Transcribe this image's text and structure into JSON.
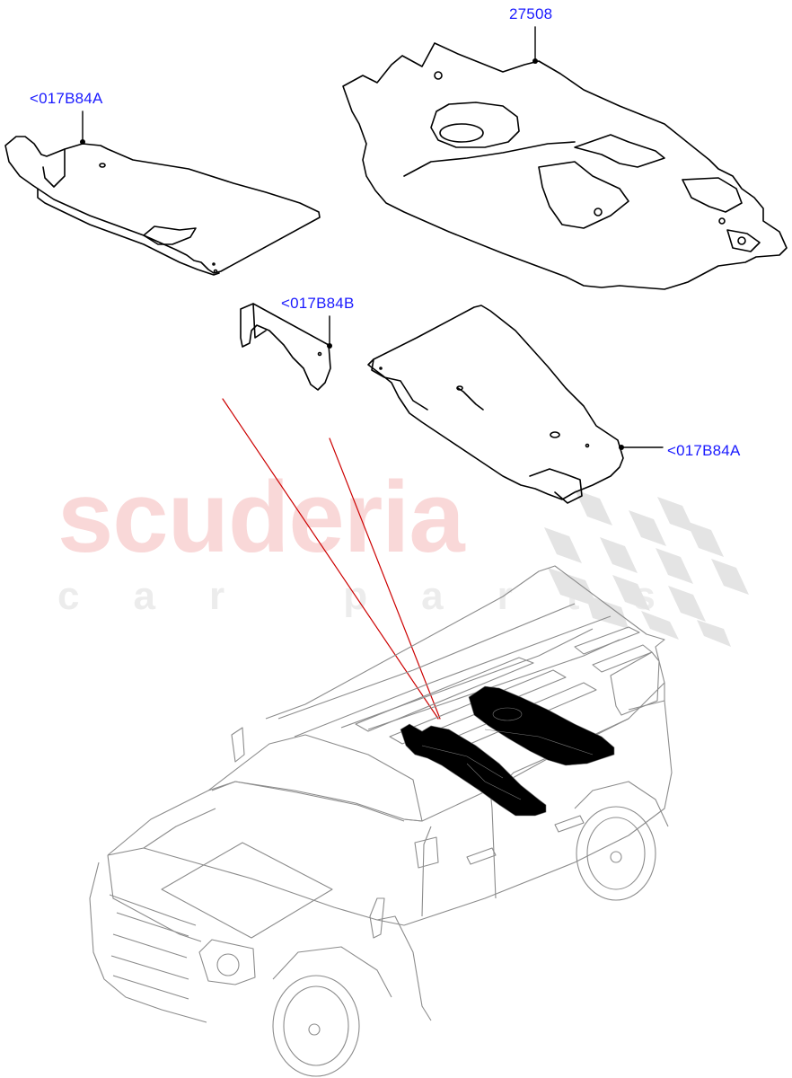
{
  "diagram": {
    "type": "exploded parts diagram",
    "subject": "floor insulation / carpet underlay panels with vehicle location view",
    "callouts": [
      {
        "id": "callout-1",
        "label": "<017B84A",
        "part": "front-left floor insulation panel"
      },
      {
        "id": "callout-2",
        "label": "27508",
        "part": "rear floor insulation panel"
      },
      {
        "id": "callout-3",
        "label": "<017B84B",
        "part": "tunnel side insulation piece"
      },
      {
        "id": "callout-4",
        "label": "<017B84A",
        "part": "front-right floor insulation panel"
      }
    ],
    "watermark": {
      "main": "scuderia",
      "sub": "car parts",
      "main_color": "#f9d8d8",
      "sub_color": "#ececec"
    },
    "colors": {
      "callout_text": "#1a1aff",
      "leader_line": "#000000",
      "pointer_line": "#cc0000",
      "vehicle_outline": "#888888",
      "highlight_fill": "#000000"
    }
  }
}
